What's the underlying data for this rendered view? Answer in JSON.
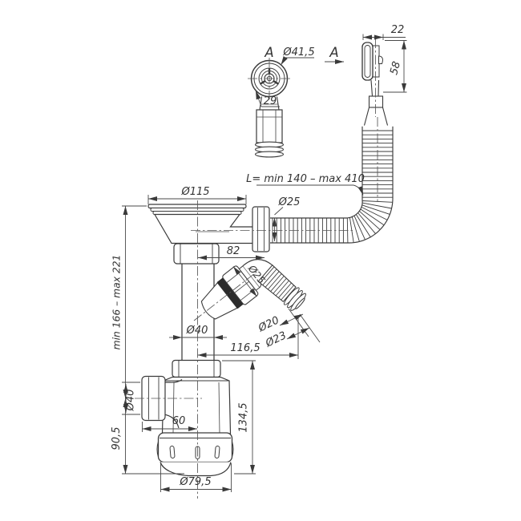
{
  "colors": {
    "ink": "#3a3a3a",
    "background": "#ffffff",
    "seal_ring": "#2b2b2b"
  },
  "labels": {
    "view_marker_front": "A",
    "view_marker_direction": "A",
    "grid_diameter": "Ø41,5",
    "grid_slot_width": "29",
    "overflow_width": "22",
    "overflow_height": "58",
    "hose_length": "L= min 140 – max 410",
    "strainer_diameter": "Ø115",
    "hose_diameter": "Ø25",
    "outlet_offset": "82",
    "branch_nut_diameter": "Ø25",
    "barb_inner_diameter": "Ø20",
    "barb_outer_diameter": "Ø23",
    "branch_reach": "116,5",
    "pipe_diameter": "Ø40",
    "inlet_diameter": "Ø40",
    "install_height_range": "min 166 – max 221",
    "bottom_height": "90,5",
    "inlet_offset": "60",
    "body_height": "134,5",
    "cup_diameter": "Ø79,5"
  }
}
